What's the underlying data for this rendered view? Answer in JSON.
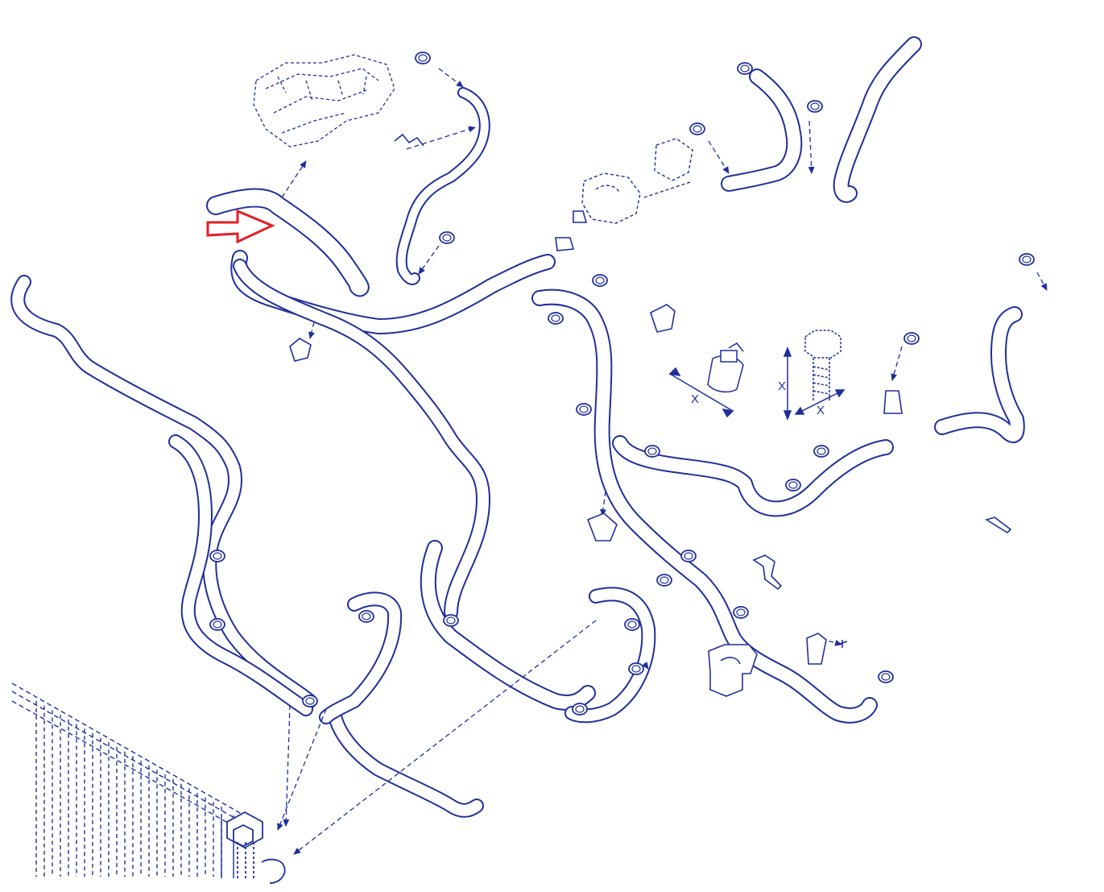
{
  "colors": {
    "line": "#1f2f9a",
    "highlight": "#e0202a",
    "background": "#ffffff"
  },
  "dimension_labels": {
    "clamp_diameter": "X",
    "bolt_length": "X",
    "bolt_diameter": "X"
  }
}
